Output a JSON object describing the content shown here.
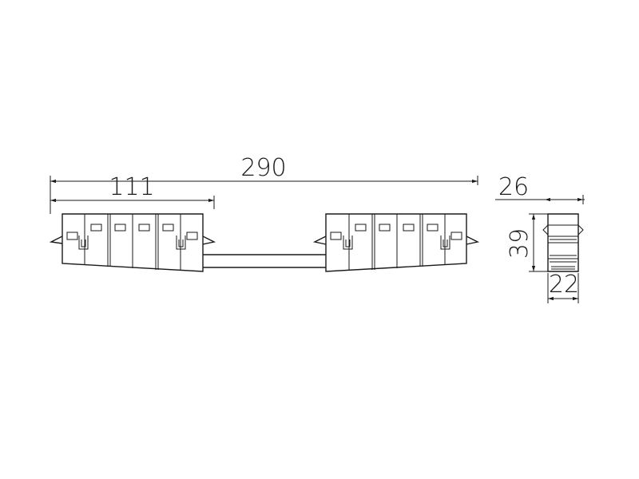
{
  "dimensions": {
    "overall_length": "290",
    "connector_length": "111",
    "side_depth": "26",
    "side_height": "39",
    "side_width": "22"
  },
  "colors": {
    "line": "#1a1a1a",
    "background": "#ffffff"
  }
}
